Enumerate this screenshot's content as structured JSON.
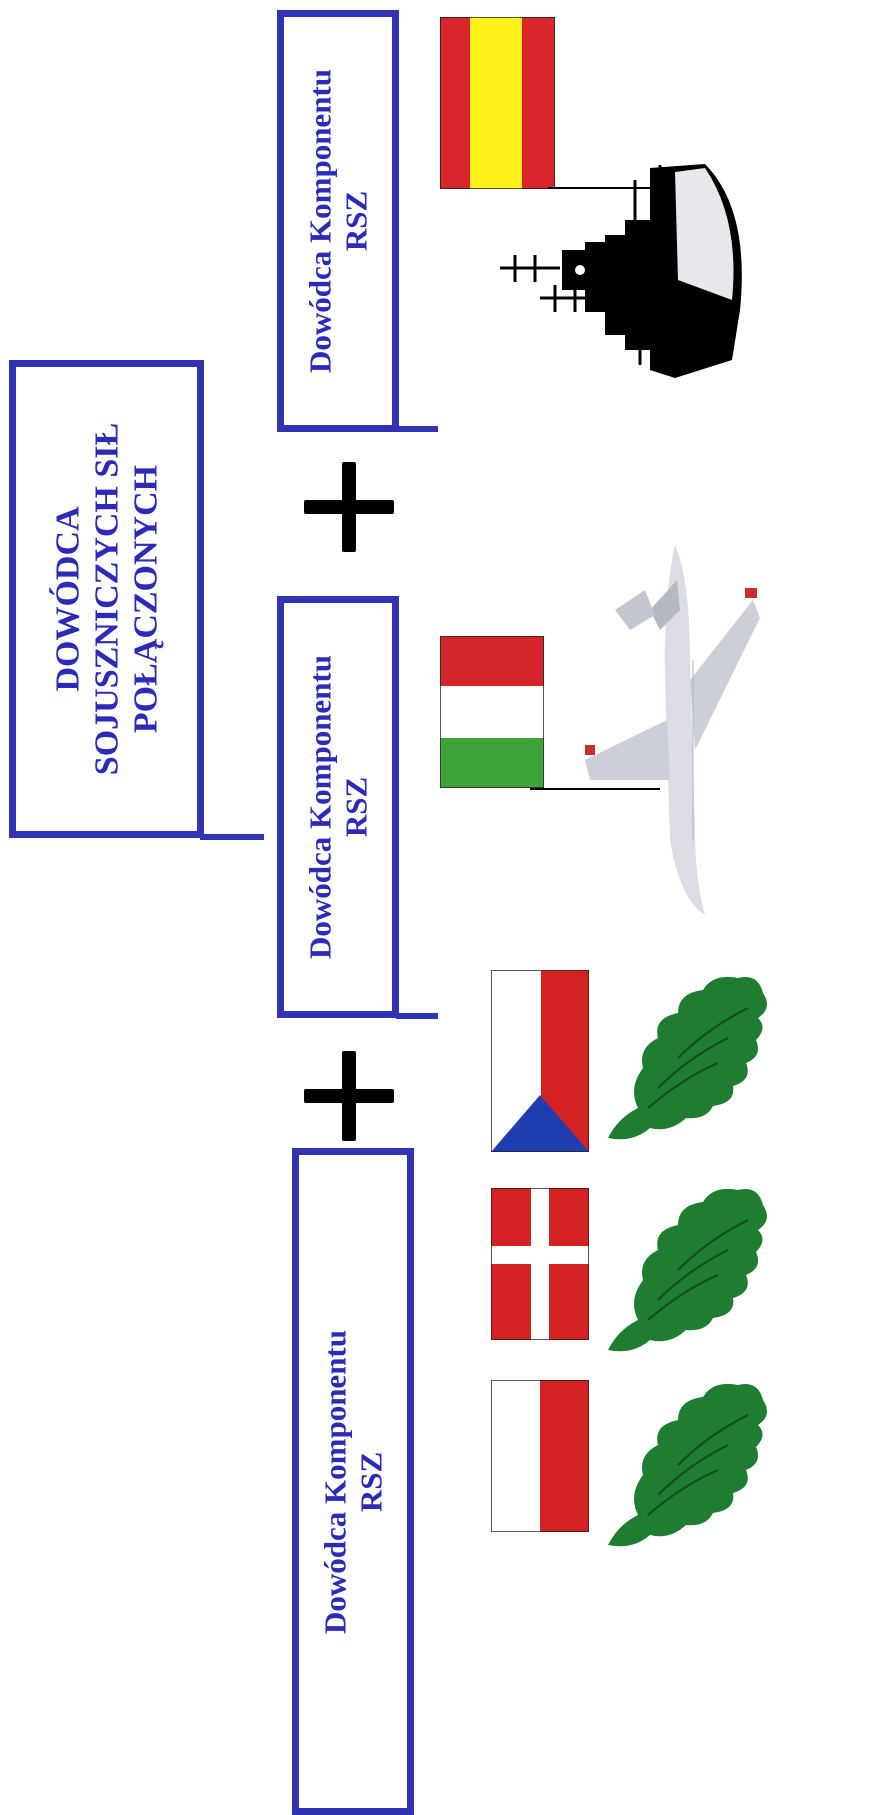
{
  "main_box": {
    "line1": "DOWÓDCA",
    "line2": "SOJUSZNICZYCH SIŁ",
    "line3": "POŁĄCZONYCH"
  },
  "components": [
    {
      "line1": "Dowódca Komponentu",
      "line2": "RSZ",
      "force": "naval",
      "flags": [
        "spain"
      ],
      "icon": "warship-icon"
    },
    {
      "line1": "Dowódca Komponentu",
      "line2": "RSZ",
      "force": "air",
      "flags": [
        "hungary"
      ],
      "icon": "fighter-jet-icon"
    },
    {
      "line1": "Dowódca Komponentu",
      "line2": "RSZ",
      "force": "land",
      "flags": [
        "czech-republic",
        "denmark",
        "poland"
      ],
      "icon": "soldiers-icon"
    }
  ],
  "connectors": [
    "+",
    "+"
  ],
  "colors": {
    "box_border": "#3232b4",
    "text": "#2b2bb8",
    "soldiers": "#1d7a2e"
  }
}
